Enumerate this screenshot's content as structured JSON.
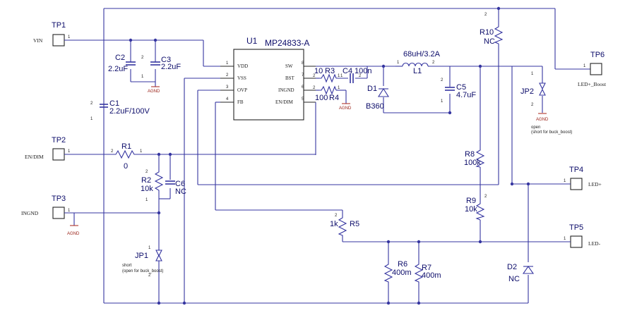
{
  "ic": {
    "ref": "U1",
    "part": "MP24833-A",
    "pins_left": [
      {
        "num": "1",
        "name": "VDD"
      },
      {
        "num": "2",
        "name": "VSS"
      },
      {
        "num": "3",
        "name": "OVP"
      },
      {
        "num": "4",
        "name": "FB"
      }
    ],
    "pins_right": [
      {
        "num": "8",
        "name": "SW"
      },
      {
        "num": "7",
        "name": "BST"
      },
      {
        "num": "6",
        "name": "INGND"
      },
      {
        "num": "5",
        "name": "EN/DIM"
      }
    ]
  },
  "testpoints": [
    {
      "ref": "TP1",
      "net": "VIN",
      "pin": "1"
    },
    {
      "ref": "TP2",
      "net": "EN/DIM",
      "pin": "1"
    },
    {
      "ref": "TP3",
      "net": "INGND",
      "pin": "1"
    },
    {
      "ref": "TP6",
      "net": "LED+_Boost",
      "pin": "1"
    },
    {
      "ref": "TP4",
      "net": "LED+",
      "pin": "1"
    },
    {
      "ref": "TP5",
      "net": "LED-",
      "pin": "1"
    }
  ],
  "components": {
    "C2": {
      "ref": "C2",
      "value": "2.2uF"
    },
    "C3": {
      "ref": "C3",
      "value": "2.2uF"
    },
    "C1": {
      "ref": "C1",
      "value": "2.2uF/100V"
    },
    "C4": {
      "ref": "C4",
      "value": "100n"
    },
    "C5": {
      "ref": "C5",
      "value": "4.7uF"
    },
    "C6": {
      "ref": "C6",
      "value": "NC"
    },
    "R1": {
      "ref": "R1",
      "value": "0"
    },
    "R2": {
      "ref": "R2",
      "value": "10k"
    },
    "R3": {
      "ref": "R3",
      "value": "10"
    },
    "R4": {
      "ref": "R4",
      "value": "100"
    },
    "R5": {
      "ref": "R5",
      "value": "1k"
    },
    "R6": {
      "ref": "R6",
      "value": "400m"
    },
    "R7": {
      "ref": "R7",
      "value": "400m"
    },
    "R8": {
      "ref": "R8",
      "value": "100k"
    },
    "R9": {
      "ref": "R9",
      "value": "10k"
    },
    "R10": {
      "ref": "R10",
      "value": "NC"
    },
    "L1": {
      "ref": "L1",
      "value": "68uH/3.2A"
    },
    "D1": {
      "ref": "D1",
      "value": "B360"
    },
    "D2": {
      "ref": "D2",
      "value": "NC"
    },
    "JP1": {
      "ref": "JP1",
      "note1": "short",
      "note2": "(open for buck_boost)"
    },
    "JP2": {
      "ref": "JP2",
      "note1": "open",
      "note2": "(short for buck_boost)"
    }
  },
  "ground_label": "AGND",
  "pin_labels": {
    "one": "1",
    "two": "2",
    "dash": "~"
  },
  "colors": {
    "wire": "#3535a0",
    "ground": "#b0342a",
    "text": "#0c0c6a"
  }
}
